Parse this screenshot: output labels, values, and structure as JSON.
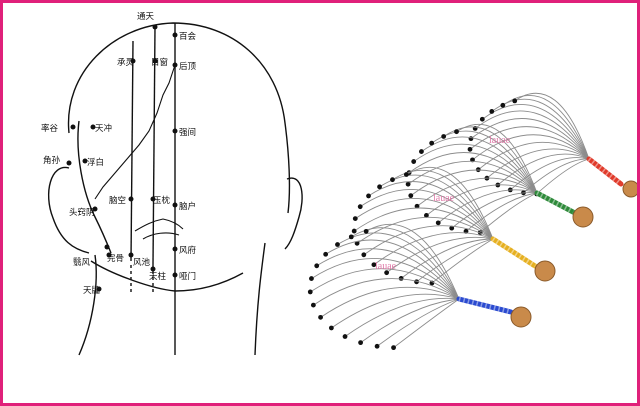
{
  "image": {
    "frame_color": "#e0207a",
    "background": "#ffffff"
  },
  "chart": {
    "labels": {
      "top": "通天",
      "chengling": "承灵",
      "mucuang": "目窗",
      "baihui": "百会",
      "houding": "后顶",
      "shuaigu": "率谷",
      "tianchong": "天冲",
      "jiaosun": "角孙",
      "fubai": "浮白",
      "qiangjian": "强间",
      "naokong": "脑空",
      "yuzhen": "玉枕",
      "naohu": "脑户",
      "touqiaoyin": "头窍阴",
      "wangu": "完骨",
      "yifeng": "翳风",
      "fengchi": "风池",
      "fengfu": "风府",
      "tianzhu": "天柱",
      "yamen": "哑门",
      "tianrong": "天牖"
    }
  },
  "product": {
    "watermarks": [
      "lauae",
      "lauae",
      "lauae"
    ],
    "handle_colors": [
      "#e03a2a",
      "#2e8a3a",
      "#e6b020",
      "#2a4ad0"
    ],
    "ball_color": "#c98a4a"
  }
}
